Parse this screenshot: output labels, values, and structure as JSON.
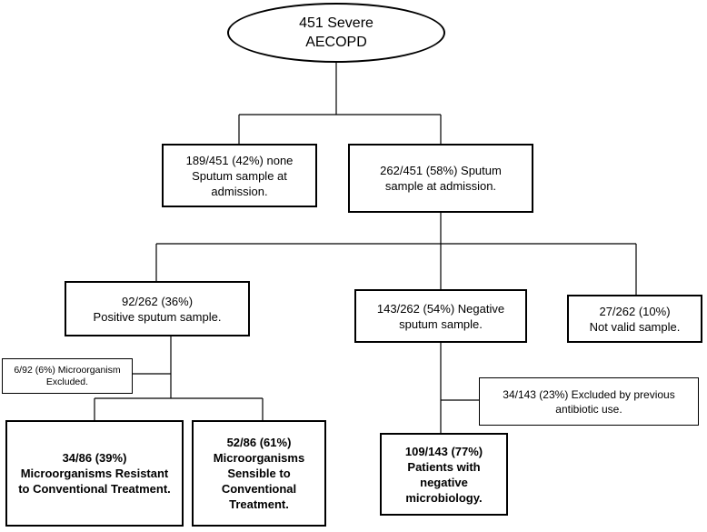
{
  "root": {
    "text": "451 Severe\nAECOPD"
  },
  "level1": {
    "no_sample": {
      "text": "189/451 (42%) none\nSputum sample at\nadmission."
    },
    "sample": {
      "text": "262/451 (58%) Sputum\nsample at admission."
    }
  },
  "level2": {
    "positive": {
      "text": "92/262 (36%)\nPositive sputum sample."
    },
    "negative": {
      "text": "143/262 (54%) Negative\nsputum sample."
    },
    "not_valid": {
      "text": "27/262  (10%)\nNot valid sample."
    }
  },
  "side": {
    "excluded_micro": {
      "text": "6/92 (6%) Microorganism\nExcluded."
    },
    "excluded_antibiotic": {
      "text": "34/143 (23%) Excluded by previous\nantibiotic use."
    }
  },
  "level3": {
    "resistant": {
      "text": "34/86 (39%)\nMicroorganisms Resistant\nto Conventional Treatment."
    },
    "sensible": {
      "text": "52/86 (61%)\nMicroorganisms\nSensible to\nConventional\nTreatment."
    },
    "negative_micro": {
      "text": "109/143 (77%)\nPatients with\nnegative\nmicrobiology."
    }
  }
}
